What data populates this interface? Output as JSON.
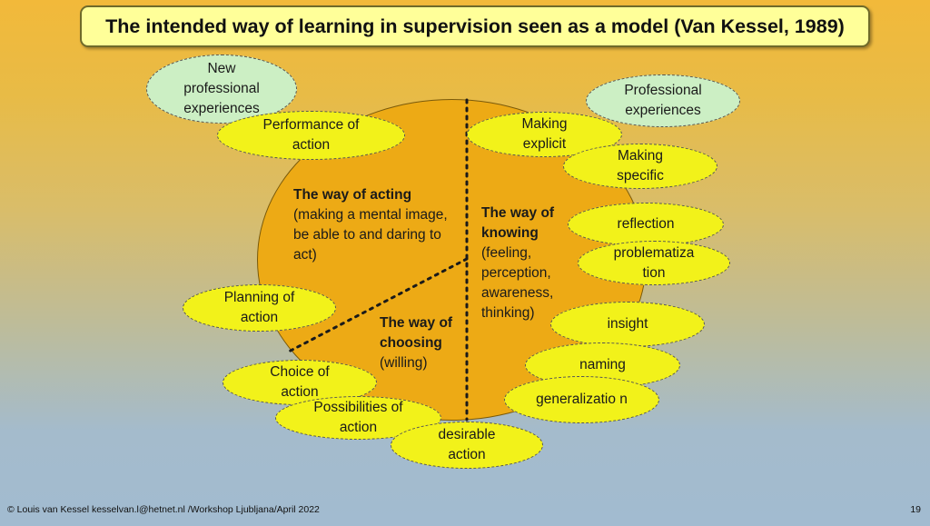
{
  "title": "The intended way of learning in supervision seen as a model (Van Kessel, 1989)",
  "sections": {
    "acting": {
      "heading": "The way of acting",
      "body": "(making a mental image, be able to and daring to act)"
    },
    "knowing": {
      "heading": "The way of knowing",
      "body": "(feeling, perception, awareness, thinking)"
    },
    "choosing": {
      "heading": "The way of choosing",
      "body": "(willing)"
    }
  },
  "ovals": {
    "new_experiences": "New professional experiences",
    "performance": "Performance of action",
    "professional_experiences": "Professional experiences",
    "making_explicit": "Making explicit",
    "making_specific": "Making specific",
    "reflection": "reflection",
    "problematization": "problematiza tion",
    "planning": "Planning of action",
    "insight": "insight",
    "choice": "Choice of action",
    "naming": "naming",
    "possibilities": "Possibilities of action",
    "generalization": "generalizatio n",
    "desirable": "desirable action"
  },
  "colors": {
    "circle": "#edaa15",
    "yellow_oval": "#f2f21a",
    "green_oval": "#ccefc4",
    "title_box": "#ffff99"
  },
  "footer": "© Louis van Kessel kesselvan.l@hetnet.nl /Workshop Ljubljana/April 2022",
  "page_number": "19"
}
